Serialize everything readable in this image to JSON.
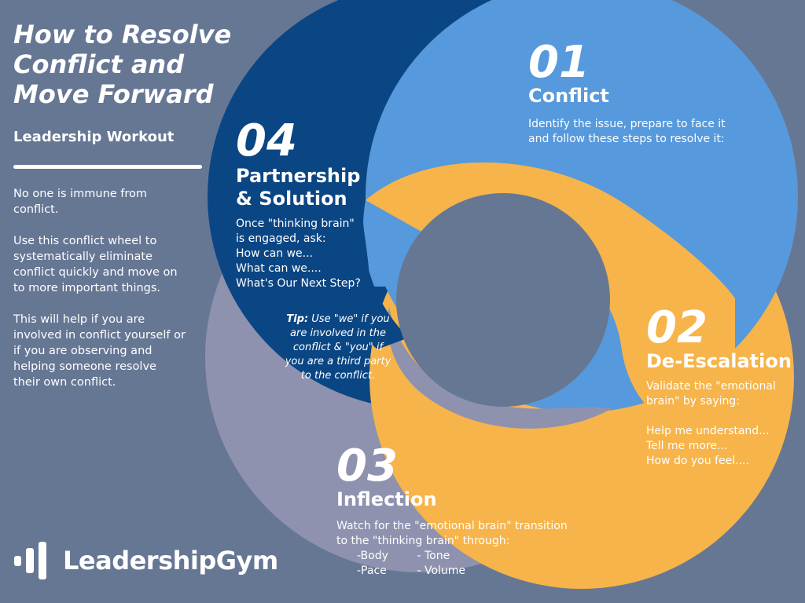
{
  "left_panel": {
    "title_lines": [
      "How to Resolve",
      "Conflict and",
      "Move Forward"
    ],
    "subtitle": "Leadership Workout",
    "paragraphs": [
      "No one is immune from conflict.",
      "Use this conflict wheel to systematically eliminate conflict quickly and move on to more important things.",
      "This will help if you are involved in conflict yourself or if you are observing and helping someone resolve their own conflict."
    ]
  },
  "steps": [
    {
      "number": "01",
      "title": "Conflict",
      "body_lines": [
        "Identify the issue, prepare to face it",
        "and follow these steps to resolve it:"
      ]
    },
    {
      "number": "02",
      "title": "De-Escalation",
      "body_lines": [
        "Validate the \"emotional",
        "brain\" by saying:",
        "",
        "Help me understand...",
        "Tell me more...",
        "How do you feel...."
      ]
    },
    {
      "number": "03",
      "title": "Inflection",
      "body_lines": [
        "Watch for the \"emotional brain\" transition",
        "to the \"thinking brain\" through:"
      ],
      "list_rows": [
        [
          "-Body",
          "- Tone"
        ],
        [
          "-Pace",
          "- Volume"
        ]
      ]
    },
    {
      "number": "04",
      "title_lines": [
        "Partnership",
        "& Solution"
      ],
      "body_lines": [
        "Once \"thinking brain\"",
        "is engaged, ask:",
        "How can we...",
        "What can we....",
        "What's Our Next Step?"
      ]
    }
  ],
  "tip": {
    "label": "Tip:",
    "text": "Use \"we\" if you are involved in the conflict & \"you\" if you are a third party to the conflict."
  },
  "logo": {
    "text": "LeadershipGym"
  },
  "colors": {
    "background": "#667794",
    "conflict": "#5699dc",
    "de_escalation": "#f6b44a",
    "inflection": "#8f92af",
    "partnership": "#0b4684",
    "center": "#667794",
    "text": "#ffffff"
  }
}
